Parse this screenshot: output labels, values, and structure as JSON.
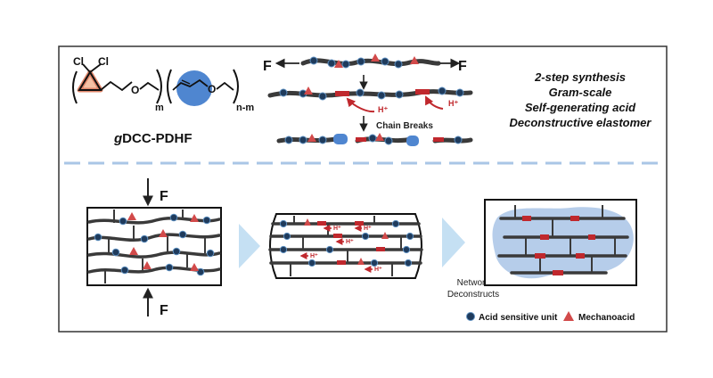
{
  "molecule": {
    "cl1": "Cl",
    "cl2": "Cl",
    "o1": "O",
    "o2": "O",
    "sub_m": "m",
    "sub_nm": "n-m",
    "name_italic": "g",
    "name_rest": "DCC-PDHF"
  },
  "mechanism": {
    "force_left": "F",
    "force_right": "F",
    "proton1": "H⁺",
    "proton2": "H⁺",
    "chain_breaks": "Chain Breaks"
  },
  "features": [
    "2-step synthesis",
    "Gram-scale",
    "Self-generating acid",
    "Deconstructive elastomer"
  ],
  "network": {
    "force_top": "F",
    "force_bottom": "F",
    "proton_label": "H⁺",
    "deconstruct_line1": "Network",
    "deconstruct_line2": "Deconstructs"
  },
  "legend": {
    "acid_unit": "Acid sensitive unit",
    "mechanoacid": "Mechanoacid"
  },
  "colors": {
    "frame": "#333333",
    "chain": "#3a3a3a",
    "bead": "#1f3b5c",
    "mechanoacid": "#d24a4a",
    "red_arrow": "#c0282d",
    "blob": "#4f86d0",
    "dashed_divider": "#a9c6e6",
    "transition_arrow": "#c5e0f3",
    "cloud": "#a9c4e6"
  }
}
